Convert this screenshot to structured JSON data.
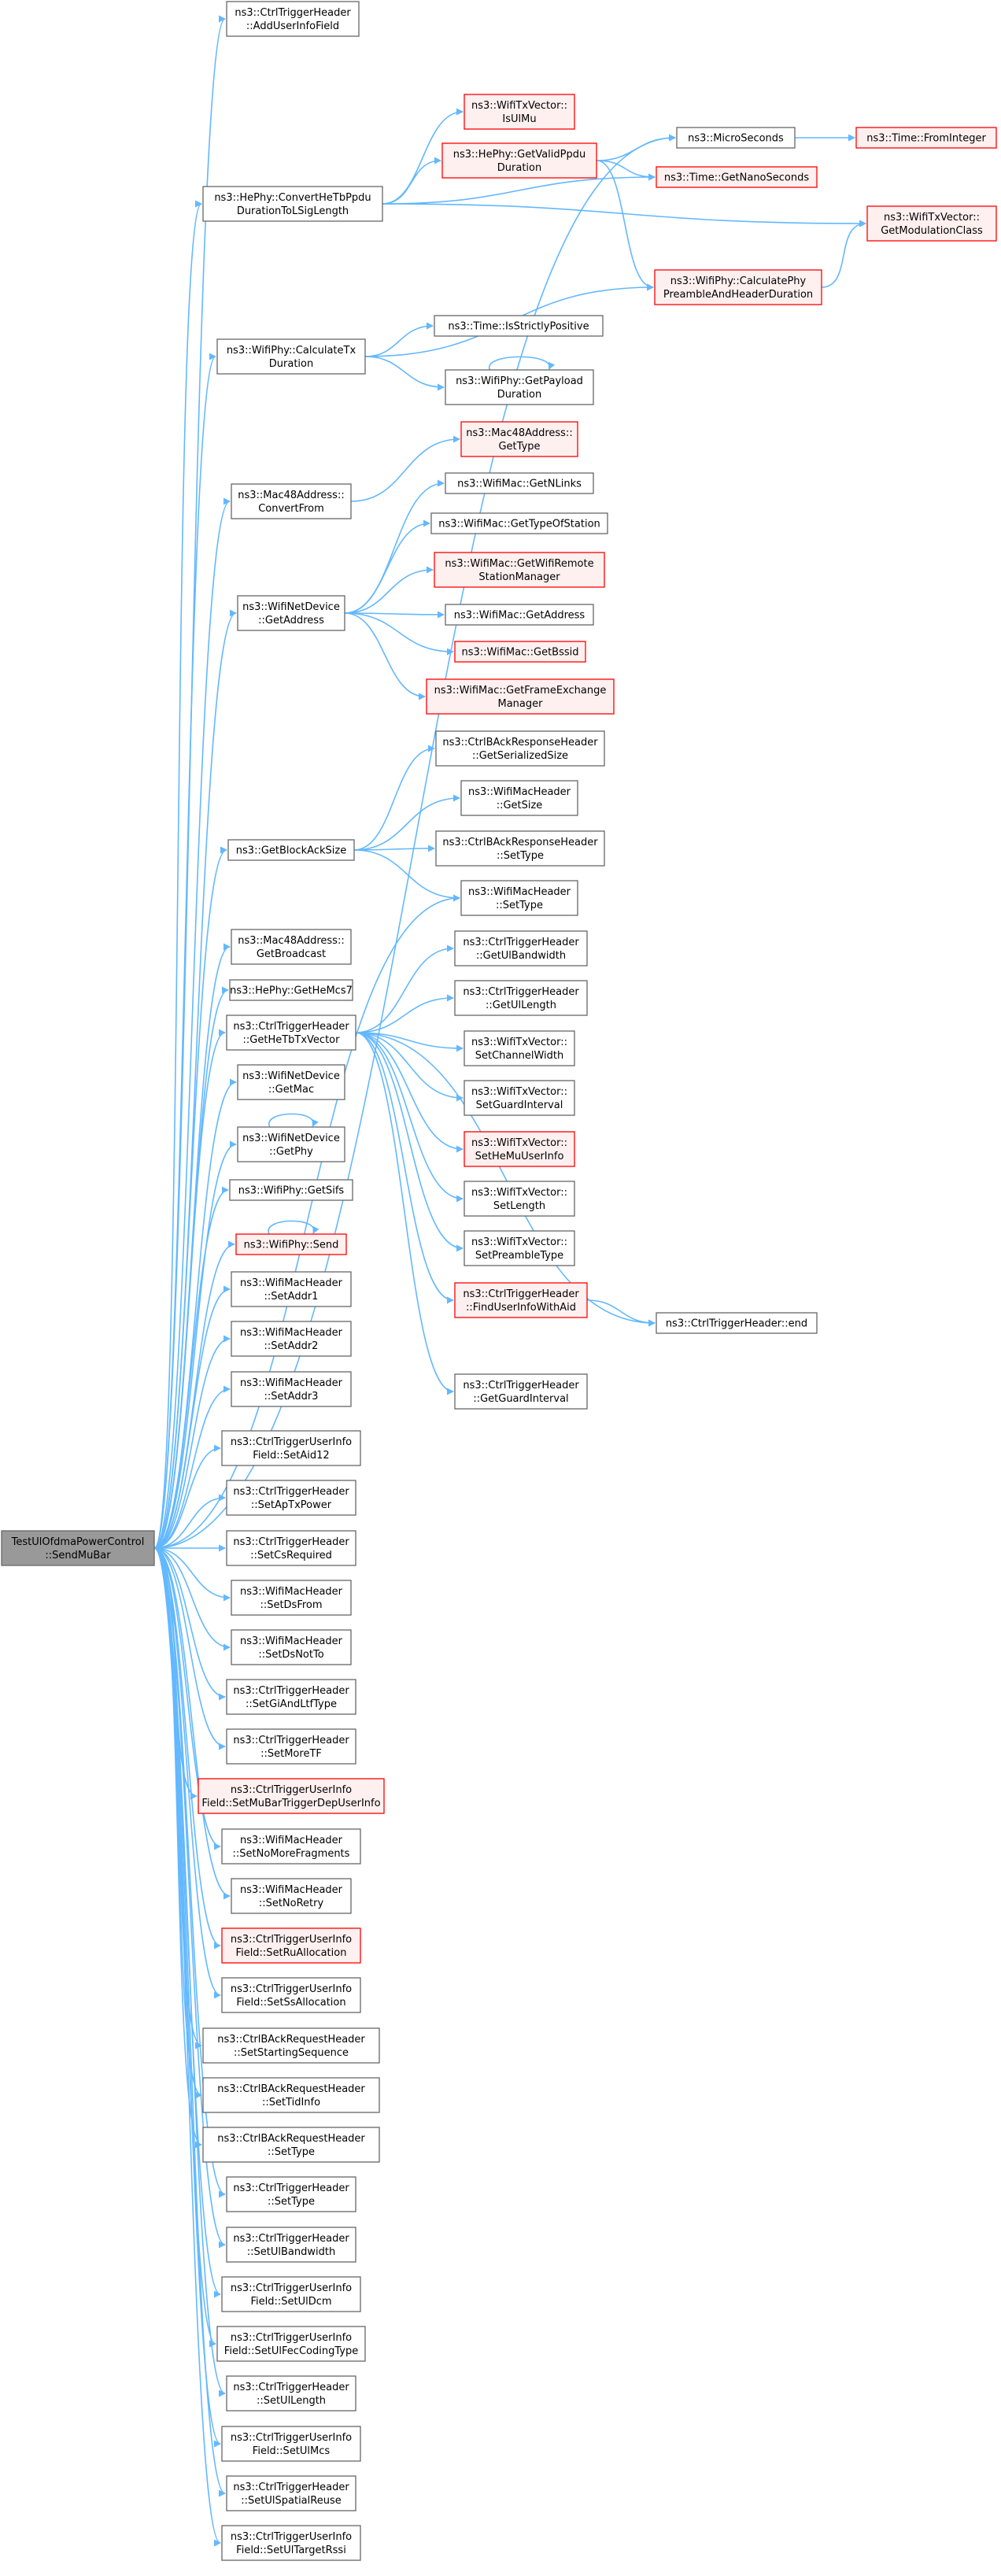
{
  "colors": {
    "edge": "#63b8ff",
    "node_border": "#666666",
    "highlight_border": "#ff0000",
    "highlight_fill": "#fff0f0",
    "root_fill": "#999999",
    "node_fill": "#ffffff"
  },
  "nodes": [
    {
      "id": "root",
      "kind": "root",
      "lines": [
        "TestUlOfdmaPowerControl",
        "::SendMuBar"
      ]
    },
    {
      "id": "n_adduserinfofield",
      "kind": "normal",
      "lines": [
        "ns3::CtrlTriggerHeader",
        "::AddUserInfoField"
      ]
    },
    {
      "id": "n_convertheTb",
      "kind": "normal",
      "lines": [
        "ns3::HePhy::ConvertHeTbPpdu",
        "DurationToLSigLength"
      ]
    },
    {
      "id": "n_isulmu",
      "kind": "highlight",
      "lines": [
        "ns3::WifiTxVector::",
        "IsUlMu"
      ]
    },
    {
      "id": "n_getvalidppdu",
      "kind": "highlight",
      "lines": [
        "ns3::HePhy::GetValidPpdu",
        "Duration"
      ]
    },
    {
      "id": "n_microseconds",
      "kind": "normal",
      "lines": [
        "ns3::MicroSeconds"
      ]
    },
    {
      "id": "n_frominteger",
      "kind": "highlight",
      "lines": [
        "ns3::Time::FromInteger"
      ]
    },
    {
      "id": "n_getnanoseconds",
      "kind": "highlight",
      "lines": [
        "ns3::Time::GetNanoSeconds"
      ]
    },
    {
      "id": "n_calcpreamble",
      "kind": "highlight",
      "lines": [
        "ns3::WifiPhy::CalculatePhy",
        "PreambleAndHeaderDuration"
      ]
    },
    {
      "id": "n_getmodclass",
      "kind": "highlight",
      "lines": [
        "ns3::WifiTxVector::",
        "GetModulationClass"
      ]
    },
    {
      "id": "n_calctx",
      "kind": "normal",
      "lines": [
        "ns3::WifiPhy::CalculateTx",
        "Duration"
      ]
    },
    {
      "id": "n_isstrictlypositive",
      "kind": "normal",
      "lines": [
        "ns3::Time::IsStrictlyPositive"
      ]
    },
    {
      "id": "n_getpayload",
      "kind": "normal",
      "lines": [
        "ns3::WifiPhy::GetPayload",
        "Duration"
      ]
    },
    {
      "id": "n_mac48gettype",
      "kind": "highlight",
      "lines": [
        "ns3::Mac48Address::",
        "GetType"
      ]
    },
    {
      "id": "n_convertfrom",
      "kind": "normal",
      "lines": [
        "ns3::Mac48Address::",
        "ConvertFrom"
      ]
    },
    {
      "id": "n_getnlinks",
      "kind": "normal",
      "lines": [
        "ns3::WifiMac::GetNLinks"
      ]
    },
    {
      "id": "n_gettypeofstation",
      "kind": "normal",
      "lines": [
        "ns3::WifiMac::GetTypeOfStation"
      ]
    },
    {
      "id": "n_getwifiremote",
      "kind": "highlight",
      "lines": [
        "ns3::WifiMac::GetWifiRemote",
        "StationManager"
      ]
    },
    {
      "id": "n_netdevgetaddress",
      "kind": "normal",
      "lines": [
        "ns3::WifiNetDevice",
        "::GetAddress"
      ]
    },
    {
      "id": "n_macgetaddress",
      "kind": "normal",
      "lines": [
        "ns3::WifiMac::GetAddress"
      ]
    },
    {
      "id": "n_getbssid",
      "kind": "highlight",
      "lines": [
        "ns3::WifiMac::GetBssid"
      ]
    },
    {
      "id": "n_getframeexchange",
      "kind": "highlight",
      "lines": [
        "ns3::WifiMac::GetFrameExchange",
        "Manager"
      ]
    },
    {
      "id": "n_getserializedsize",
      "kind": "normal",
      "lines": [
        "ns3::CtrlBAckResponseHeader",
        "::GetSerializedSize"
      ]
    },
    {
      "id": "n_macheadergetsize",
      "kind": "normal",
      "lines": [
        "ns3::WifiMacHeader",
        "::GetSize"
      ]
    },
    {
      "id": "n_getblockacksize",
      "kind": "normal",
      "lines": [
        "ns3::GetBlockAckSize"
      ]
    },
    {
      "id": "n_backrespsettype",
      "kind": "normal",
      "lines": [
        "ns3::CtrlBAckResponseHeader",
        "::SetType"
      ]
    },
    {
      "id": "n_macheadersettype",
      "kind": "normal",
      "lines": [
        "ns3::WifiMacHeader",
        "::SetType"
      ]
    },
    {
      "id": "n_getbroadcast",
      "kind": "normal",
      "lines": [
        "ns3::Mac48Address::",
        "GetBroadcast"
      ]
    },
    {
      "id": "n_getulbandwidth",
      "kind": "normal",
      "lines": [
        "ns3::CtrlTriggerHeader",
        "::GetUlBandwidth"
      ]
    },
    {
      "id": "n_gethemcs7",
      "kind": "normal",
      "lines": [
        "ns3::HePhy::GetHeMcs7"
      ]
    },
    {
      "id": "n_getullength",
      "kind": "normal",
      "lines": [
        "ns3::CtrlTriggerHeader",
        "::GetUlLength"
      ]
    },
    {
      "id": "n_gethetbtxvector",
      "kind": "normal",
      "lines": [
        "ns3::CtrlTriggerHeader",
        "::GetHeTbTxVector"
      ]
    },
    {
      "id": "n_setchannelwidth",
      "kind": "normal",
      "lines": [
        "ns3::WifiTxVector::",
        "SetChannelWidth"
      ]
    },
    {
      "id": "n_getmac",
      "kind": "normal",
      "lines": [
        "ns3::WifiNetDevice",
        "::GetMac"
      ]
    },
    {
      "id": "n_setguardinterval",
      "kind": "normal",
      "lines": [
        "ns3::WifiTxVector::",
        "SetGuardInterval"
      ]
    },
    {
      "id": "n_getphy",
      "kind": "normal",
      "lines": [
        "ns3::WifiNetDevice",
        "::GetPhy"
      ]
    },
    {
      "id": "n_sethemuuserinfo",
      "kind": "highlight",
      "lines": [
        "ns3::WifiTxVector::",
        "SetHeMuUserInfo"
      ]
    },
    {
      "id": "n_getsifs",
      "kind": "normal",
      "lines": [
        "ns3::WifiPhy::GetSifs"
      ]
    },
    {
      "id": "n_setlength",
      "kind": "normal",
      "lines": [
        "ns3::WifiTxVector::",
        "SetLength"
      ]
    },
    {
      "id": "n_send",
      "kind": "highlight",
      "lines": [
        "ns3::WifiPhy::Send"
      ]
    },
    {
      "id": "n_setpreambletype",
      "kind": "normal",
      "lines": [
        "ns3::WifiTxVector::",
        "SetPreambleType"
      ]
    },
    {
      "id": "n_setaddr1",
      "kind": "normal",
      "lines": [
        "ns3::WifiMacHeader",
        "::SetAddr1"
      ]
    },
    {
      "id": "n_finduserinfo",
      "kind": "highlight",
      "lines": [
        "ns3::CtrlTriggerHeader",
        "::FindUserInfoWithAid"
      ]
    },
    {
      "id": "n_end",
      "kind": "normal",
      "lines": [
        "ns3::CtrlTriggerHeader::end"
      ]
    },
    {
      "id": "n_setaddr2",
      "kind": "normal",
      "lines": [
        "ns3::WifiMacHeader",
        "::SetAddr2"
      ]
    },
    {
      "id": "n_getguardinterval",
      "kind": "normal",
      "lines": [
        "ns3::CtrlTriggerHeader",
        "::GetGuardInterval"
      ]
    },
    {
      "id": "n_setaddr3",
      "kind": "normal",
      "lines": [
        "ns3::WifiMacHeader",
        "::SetAddr3"
      ]
    },
    {
      "id": "n_setaid12",
      "kind": "normal",
      "lines": [
        "ns3::CtrlTriggerUserInfo",
        "Field::SetAid12"
      ]
    },
    {
      "id": "n_setaptxpower",
      "kind": "normal",
      "lines": [
        "ns3::CtrlTriggerHeader",
        "::SetApTxPower"
      ]
    },
    {
      "id": "n_setcsrequired",
      "kind": "normal",
      "lines": [
        "ns3::CtrlTriggerHeader",
        "::SetCsRequired"
      ]
    },
    {
      "id": "n_setdsfrom",
      "kind": "normal",
      "lines": [
        "ns3::WifiMacHeader",
        "::SetDsFrom"
      ]
    },
    {
      "id": "n_setdsnotto",
      "kind": "normal",
      "lines": [
        "ns3::WifiMacHeader",
        "::SetDsNotTo"
      ]
    },
    {
      "id": "n_setgiandltftype",
      "kind": "normal",
      "lines": [
        "ns3::CtrlTriggerHeader",
        "::SetGiAndLtfType"
      ]
    },
    {
      "id": "n_setmoretf",
      "kind": "normal",
      "lines": [
        "ns3::CtrlTriggerHeader",
        "::SetMoreTF"
      ]
    },
    {
      "id": "n_setmubartrigger",
      "kind": "highlight",
      "lines": [
        "ns3::CtrlTriggerUserInfo",
        "Field::SetMuBarTriggerDepUserInfo"
      ]
    },
    {
      "id": "n_setnomorefragments",
      "kind": "normal",
      "lines": [
        "ns3::WifiMacHeader",
        "::SetNoMoreFragments"
      ]
    },
    {
      "id": "n_setnoretry",
      "kind": "normal",
      "lines": [
        "ns3::WifiMacHeader",
        "::SetNoRetry"
      ]
    },
    {
      "id": "n_setruallocation",
      "kind": "highlight",
      "lines": [
        "ns3::CtrlTriggerUserInfo",
        "Field::SetRuAllocation"
      ]
    },
    {
      "id": "n_setssallocation",
      "kind": "normal",
      "lines": [
        "ns3::CtrlTriggerUserInfo",
        "Field::SetSsAllocation"
      ]
    },
    {
      "id": "n_setstartingsequence",
      "kind": "normal",
      "lines": [
        "ns3::CtrlBAckRequestHeader",
        "::SetStartingSequence"
      ]
    },
    {
      "id": "n_settidinfo",
      "kind": "normal",
      "lines": [
        "ns3::CtrlBAckRequestHeader",
        "::SetTidInfo"
      ]
    },
    {
      "id": "n_backreqsettype",
      "kind": "normal",
      "lines": [
        "ns3::CtrlBAckRequestHeader",
        "::SetType"
      ]
    },
    {
      "id": "n_triggersettype",
      "kind": "normal",
      "lines": [
        "ns3::CtrlTriggerHeader",
        "::SetType"
      ]
    },
    {
      "id": "n_setulbandwidth",
      "kind": "normal",
      "lines": [
        "ns3::CtrlTriggerHeader",
        "::SetUlBandwidth"
      ]
    },
    {
      "id": "n_setuldcm",
      "kind": "normal",
      "lines": [
        "ns3::CtrlTriggerUserInfo",
        "Field::SetUlDcm"
      ]
    },
    {
      "id": "n_setulfeccodingtype",
      "kind": "normal",
      "lines": [
        "ns3::CtrlTriggerUserInfo",
        "Field::SetUlFecCodingType"
      ]
    },
    {
      "id": "n_setullength",
      "kind": "normal",
      "lines": [
        "ns3::CtrlTriggerHeader",
        "::SetUlLength"
      ]
    },
    {
      "id": "n_setulmcs",
      "kind": "normal",
      "lines": [
        "ns3::CtrlTriggerUserInfo",
        "Field::SetUlMcs"
      ]
    },
    {
      "id": "n_setulspatialreuse",
      "kind": "normal",
      "lines": [
        "ns3::CtrlTriggerHeader",
        "::SetUlSpatialReuse"
      ]
    },
    {
      "id": "n_setultargetrssi",
      "kind": "normal",
      "lines": [
        "ns3::CtrlTriggerUserInfo",
        "Field::SetUlTargetRssi"
      ]
    }
  ],
  "edges": [
    [
      "root",
      "n_adduserinfofield"
    ],
    [
      "root",
      "n_microseconds"
    ],
    [
      "root",
      "n_convertheTb"
    ],
    [
      "root",
      "n_calctx"
    ],
    [
      "root",
      "n_convertfrom"
    ],
    [
      "root",
      "n_netdevgetaddress"
    ],
    [
      "root",
      "n_getblockacksize"
    ],
    [
      "root",
      "n_macheadersettype"
    ],
    [
      "root",
      "n_getbroadcast"
    ],
    [
      "root",
      "n_gethemcs7"
    ],
    [
      "root",
      "n_gethetbtxvector"
    ],
    [
      "root",
      "n_getmac"
    ],
    [
      "root",
      "n_getphy"
    ],
    [
      "root",
      "n_getsifs"
    ],
    [
      "root",
      "n_send"
    ],
    [
      "root",
      "n_setaddr1"
    ],
    [
      "root",
      "n_setaddr2"
    ],
    [
      "root",
      "n_setaddr3"
    ],
    [
      "root",
      "n_setaid12"
    ],
    [
      "root",
      "n_setaptxpower"
    ],
    [
      "root",
      "n_setcsrequired"
    ],
    [
      "root",
      "n_setdsfrom"
    ],
    [
      "root",
      "n_setdsnotto"
    ],
    [
      "root",
      "n_setgiandltftype"
    ],
    [
      "root",
      "n_setmoretf"
    ],
    [
      "root",
      "n_setmubartrigger"
    ],
    [
      "root",
      "n_setnomorefragments"
    ],
    [
      "root",
      "n_setnoretry"
    ],
    [
      "root",
      "n_setruallocation"
    ],
    [
      "root",
      "n_setssallocation"
    ],
    [
      "root",
      "n_setstartingsequence"
    ],
    [
      "root",
      "n_settidinfo"
    ],
    [
      "root",
      "n_backreqsettype"
    ],
    [
      "root",
      "n_triggersettype"
    ],
    [
      "root",
      "n_setulbandwidth"
    ],
    [
      "root",
      "n_setuldcm"
    ],
    [
      "root",
      "n_setulfeccodingtype"
    ],
    [
      "root",
      "n_setullength"
    ],
    [
      "root",
      "n_setulmcs"
    ],
    [
      "root",
      "n_setulspatialreuse"
    ],
    [
      "root",
      "n_setultargetrssi"
    ],
    [
      "n_convertheTb",
      "n_isulmu"
    ],
    [
      "n_convertheTb",
      "n_getvalidppdu"
    ],
    [
      "n_convertheTb",
      "n_getnanoseconds"
    ],
    [
      "n_convertheTb",
      "n_getmodclass"
    ],
    [
      "n_getvalidppdu",
      "n_microseconds"
    ],
    [
      "n_getvalidppdu",
      "n_getnanoseconds"
    ],
    [
      "n_getvalidppdu",
      "n_calcpreamble"
    ],
    [
      "n_microseconds",
      "n_frominteger"
    ],
    [
      "n_calcpreamble",
      "n_getmodclass"
    ],
    [
      "n_calctx",
      "n_calcpreamble"
    ],
    [
      "n_calctx",
      "n_isstrictlypositive"
    ],
    [
      "n_calctx",
      "n_getpayload"
    ],
    [
      "n_getpayload",
      "n_getpayload"
    ],
    [
      "n_convertfrom",
      "n_mac48gettype"
    ],
    [
      "n_netdevgetaddress",
      "n_getnlinks"
    ],
    [
      "n_netdevgetaddress",
      "n_gettypeofstation"
    ],
    [
      "n_netdevgetaddress",
      "n_getwifiremote"
    ],
    [
      "n_netdevgetaddress",
      "n_macgetaddress"
    ],
    [
      "n_netdevgetaddress",
      "n_getbssid"
    ],
    [
      "n_netdevgetaddress",
      "n_getframeexchange"
    ],
    [
      "n_getblockacksize",
      "n_getserializedsize"
    ],
    [
      "n_getblockacksize",
      "n_macheadergetsize"
    ],
    [
      "n_getblockacksize",
      "n_backrespsettype"
    ],
    [
      "n_getblockacksize",
      "n_macheadersettype"
    ],
    [
      "n_gethetbtxvector",
      "n_getulbandwidth"
    ],
    [
      "n_gethetbtxvector",
      "n_getullength"
    ],
    [
      "n_gethetbtxvector",
      "n_setchannelwidth"
    ],
    [
      "n_gethetbtxvector",
      "n_setguardinterval"
    ],
    [
      "n_gethetbtxvector",
      "n_sethemuuserinfo"
    ],
    [
      "n_gethetbtxvector",
      "n_setlength"
    ],
    [
      "n_gethetbtxvector",
      "n_setpreambletype"
    ],
    [
      "n_gethetbtxvector",
      "n_finduserinfo"
    ],
    [
      "n_gethetbtxvector",
      "n_end"
    ],
    [
      "n_gethetbtxvector",
      "n_getguardinterval"
    ],
    [
      "n_finduserinfo",
      "n_end"
    ],
    [
      "n_getphy",
      "n_getphy"
    ],
    [
      "n_send",
      "n_send"
    ]
  ]
}
